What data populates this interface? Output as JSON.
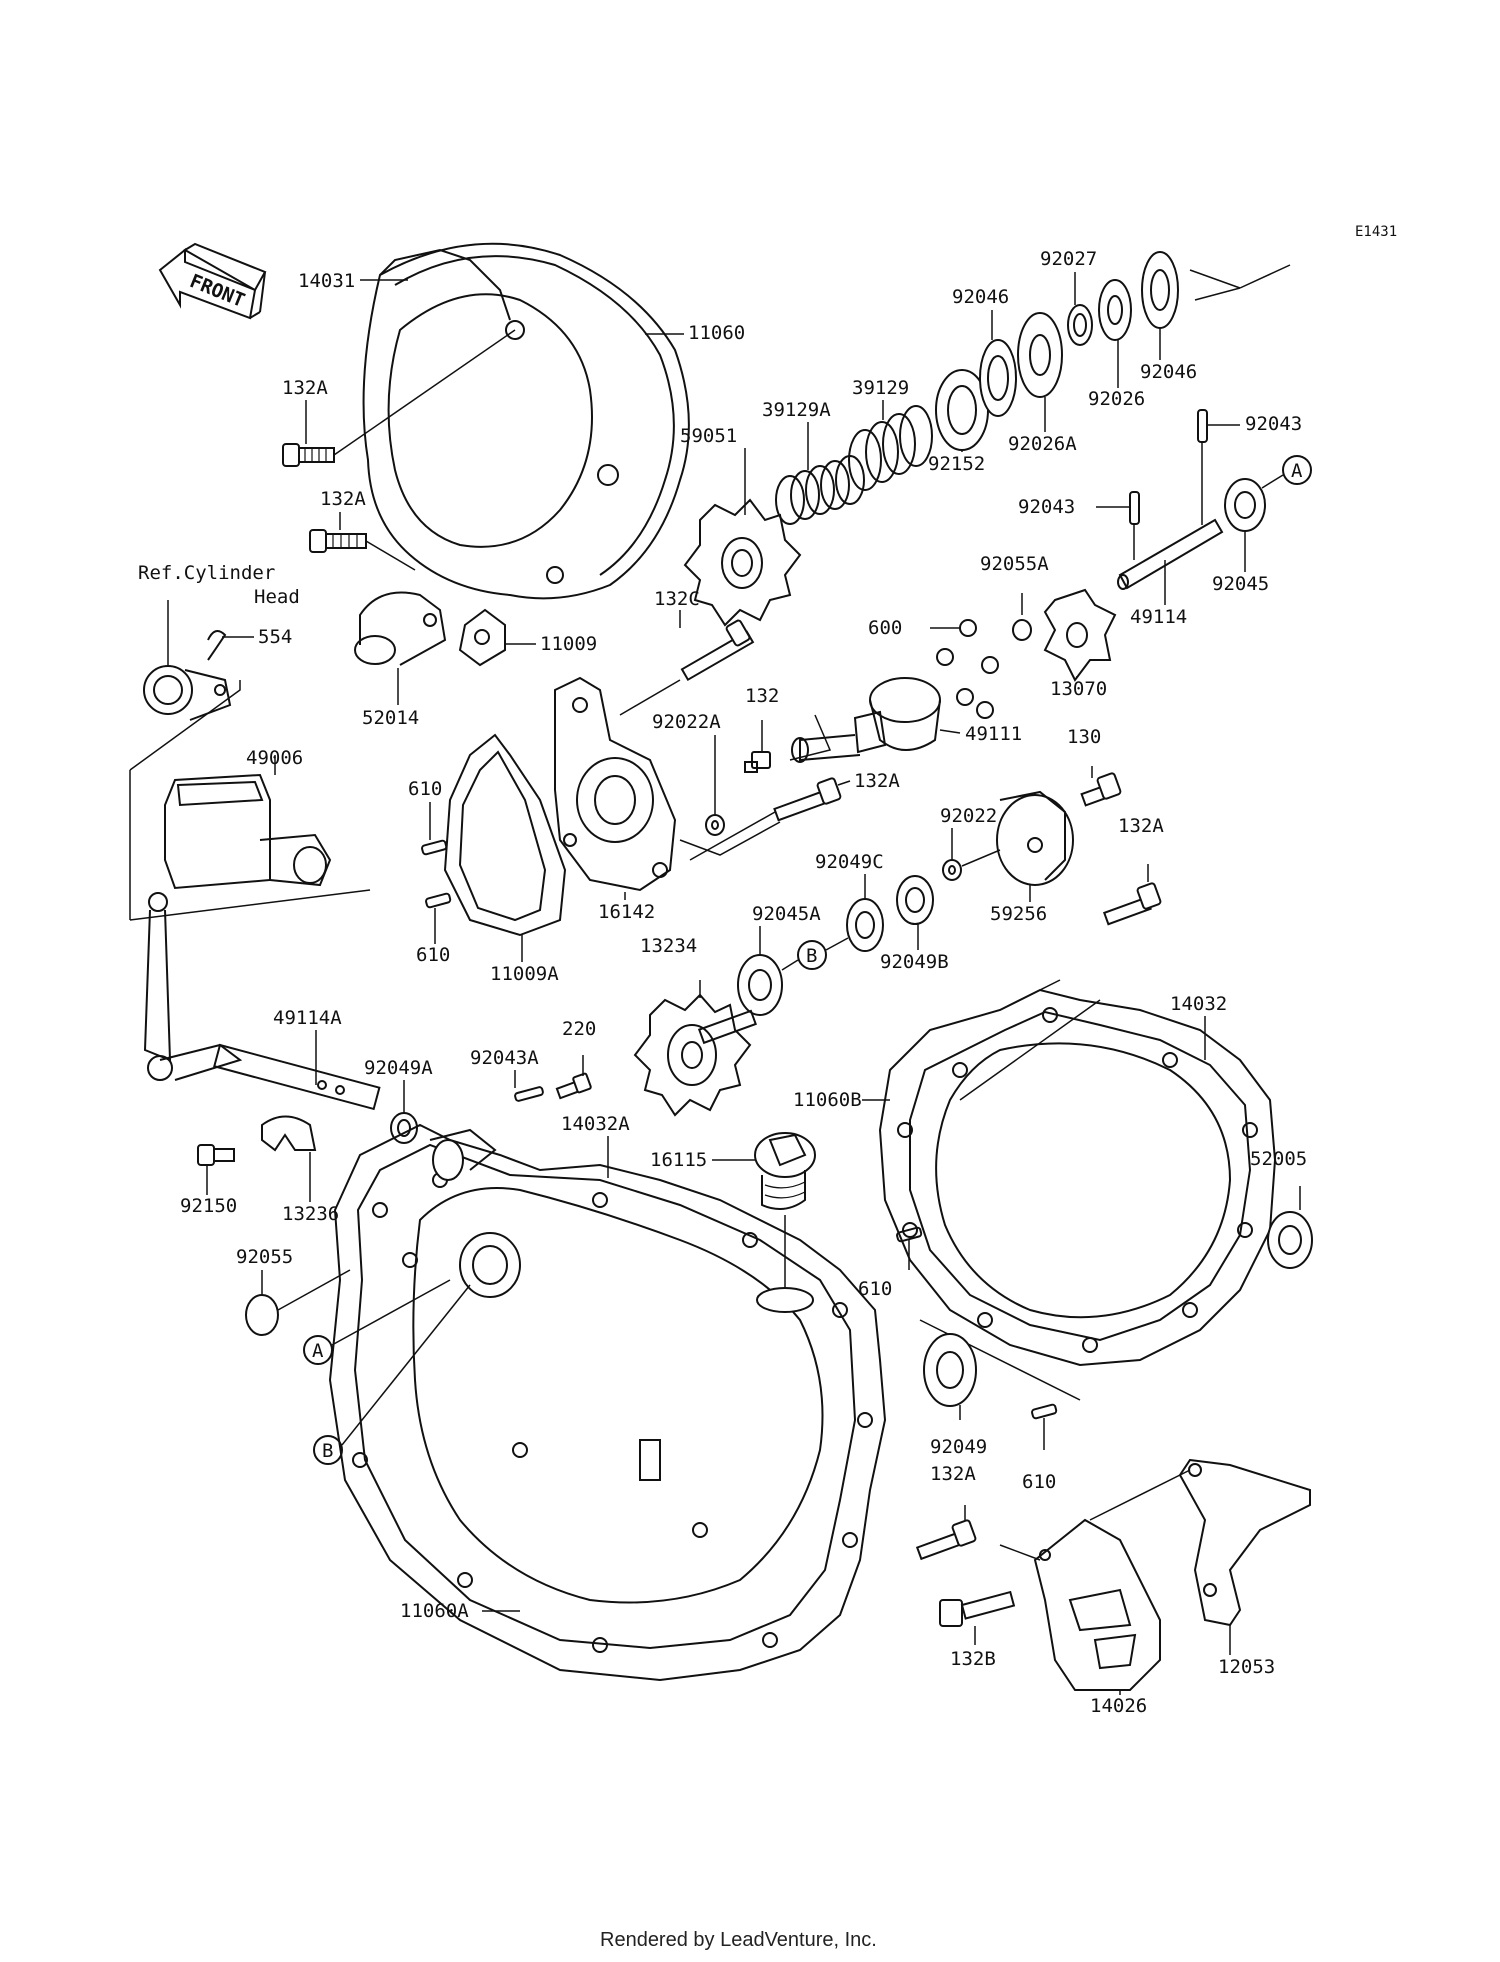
{
  "diagram_id": "E1431",
  "front_label": "FRONT",
  "ref_label_line1": "Ref.Cylinder",
  "ref_label_line2": "Head",
  "footer": "Rendered by LeadVenture, Inc.",
  "callout_a": "A",
  "callout_b": "B",
  "parts": [
    {
      "num": "14031"
    },
    {
      "num": "11060"
    },
    {
      "num": "132A"
    },
    {
      "num": "132A"
    },
    {
      "num": "554"
    },
    {
      "num": "11009"
    },
    {
      "num": "52014"
    },
    {
      "num": "49006"
    },
    {
      "num": "610"
    },
    {
      "num": "610"
    },
    {
      "num": "11009A"
    },
    {
      "num": "16142"
    },
    {
      "num": "132C"
    },
    {
      "num": "92022A"
    },
    {
      "num": "132"
    },
    {
      "num": "132A"
    },
    {
      "num": "59051"
    },
    {
      "num": "39129A"
    },
    {
      "num": "39129"
    },
    {
      "num": "92152"
    },
    {
      "num": "92046"
    },
    {
      "num": "92027"
    },
    {
      "num": "92026A"
    },
    {
      "num": "92026"
    },
    {
      "num": "92046"
    },
    {
      "num": "92043"
    },
    {
      "num": "92043"
    },
    {
      "num": "92045"
    },
    {
      "num": "49114"
    },
    {
      "num": "92055A"
    },
    {
      "num": "600"
    },
    {
      "num": "13070"
    },
    {
      "num": "49111"
    },
    {
      "num": "130"
    },
    {
      "num": "92022"
    },
    {
      "num": "59256"
    },
    {
      "num": "132A"
    },
    {
      "num": "92049C"
    },
    {
      "num": "92049B"
    },
    {
      "num": "92045A"
    },
    {
      "num": "13234"
    },
    {
      "num": "49114A"
    },
    {
      "num": "92049A"
    },
    {
      "num": "92043A"
    },
    {
      "num": "220"
    },
    {
      "num": "14032A"
    },
    {
      "num": "11060B"
    },
    {
      "num": "14032"
    },
    {
      "num": "52005"
    },
    {
      "num": "16115"
    },
    {
      "num": "92150"
    },
    {
      "num": "13236"
    },
    {
      "num": "92055"
    },
    {
      "num": "610"
    },
    {
      "num": "92049"
    },
    {
      "num": "610"
    },
    {
      "num": "132A"
    },
    {
      "num": "132B"
    },
    {
      "num": "14026"
    },
    {
      "num": "12053"
    },
    {
      "num": "11060A"
    }
  ]
}
